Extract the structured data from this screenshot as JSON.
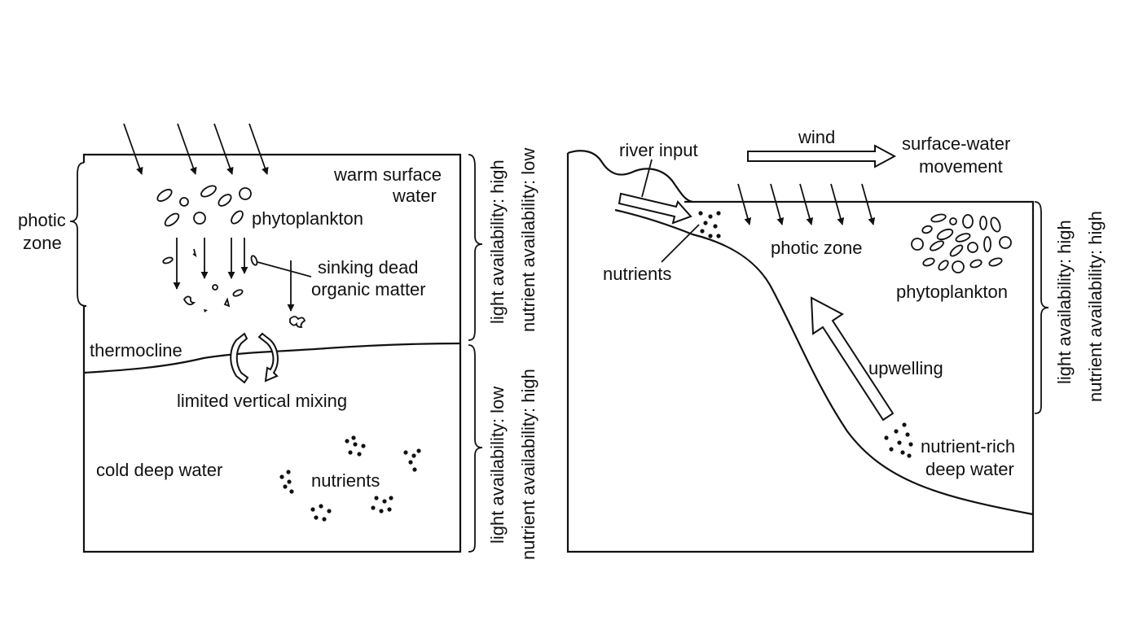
{
  "left_panel": {
    "labels": {
      "warm_surface_line1": "warm surface",
      "warm_surface_line2": "water",
      "phytoplankton": "phytoplankton",
      "photic_line1": "photic",
      "photic_line2": "zone",
      "sinking_line1": "sinking dead",
      "sinking_line2": "organic matter",
      "thermocline": "thermocline",
      "mixing": "limited vertical mixing",
      "cold_deep": "cold deep water",
      "nutrients": "nutrients"
    },
    "side_upper": {
      "light": "light availability: high",
      "nutrient": "nutrient availability: low"
    },
    "side_lower": {
      "light": "light availability: low",
      "nutrient": "nutrient availability: high"
    }
  },
  "right_panel": {
    "labels": {
      "wind": "wind",
      "surface_line1": "surface-water",
      "surface_line2": "movement",
      "river_input": "river input",
      "nutrients": "nutrients",
      "photic_zone": "photic zone",
      "phytoplankton": "phytoplankton",
      "upwelling": "upwelling",
      "rich_line1": "nutrient-rich",
      "rich_line2": "deep water"
    },
    "side": {
      "light": "light availability: high",
      "nutrient": "nutrient availability: high"
    }
  }
}
